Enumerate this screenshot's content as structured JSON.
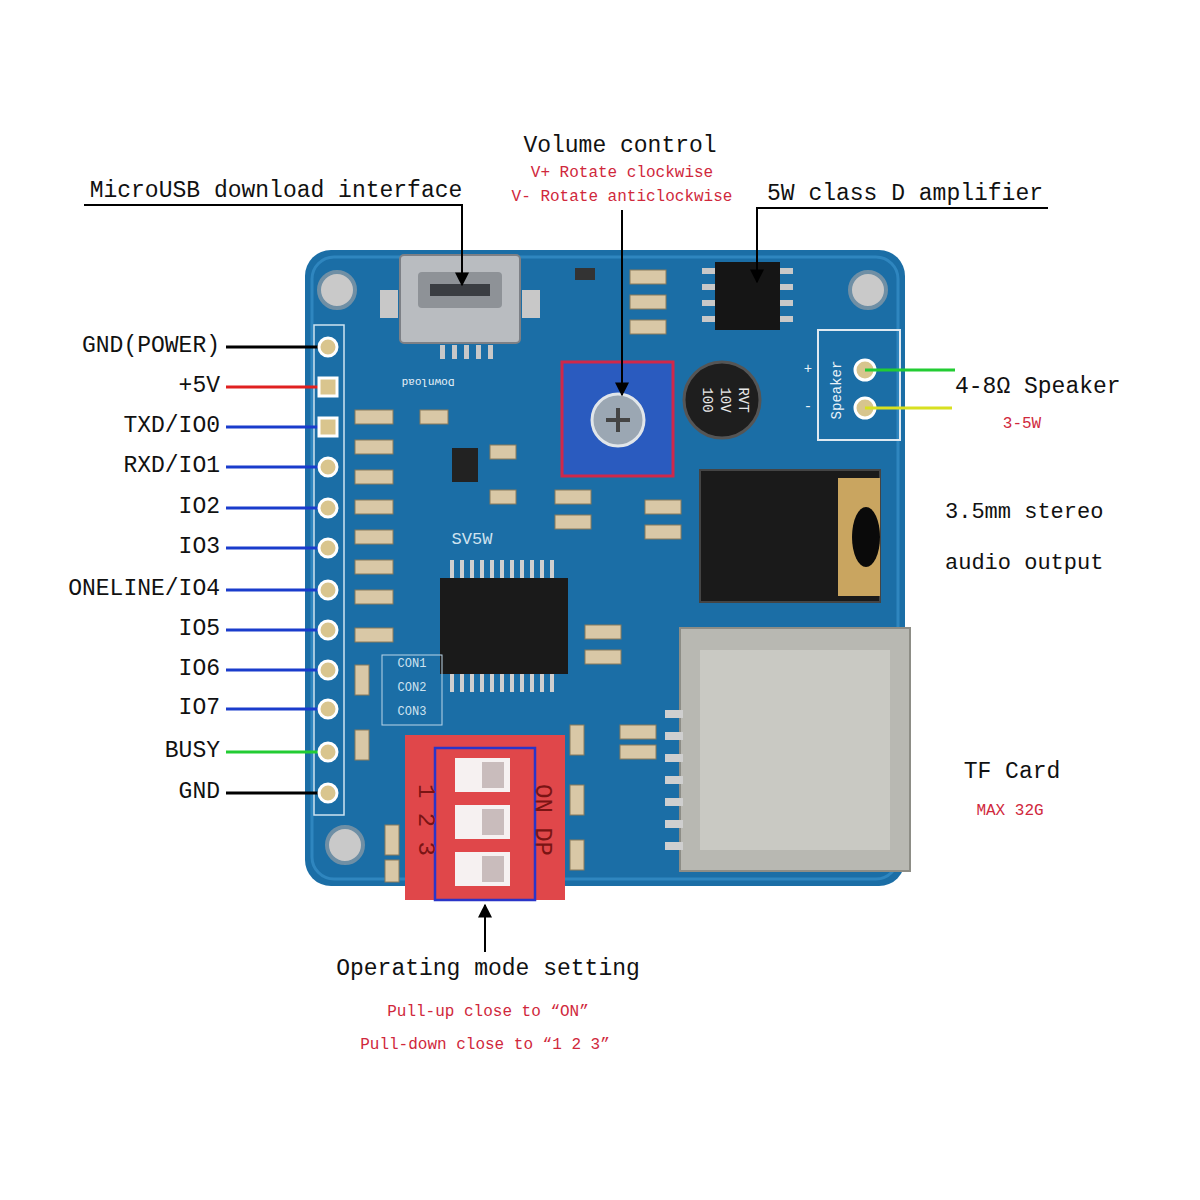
{
  "diagram": {
    "labels": [
      "Volume control",
      "V+ Rotate clockwise",
      "V- Rotate anticlockwise",
      "MicroUSB download interface",
      "5W class D amplifier",
      "GND(POWER)",
      "+5V",
      "TXD/IO0",
      "RXD/IO1",
      "IO2",
      "IO3",
      "ONELINE/IO4",
      "IO5",
      "IO6",
      "IO7",
      "BUSY",
      "GND",
      "4-8Ω Speaker",
      "3-5W",
      "3.5mm stereo audio output",
      "TF Card",
      "MAX 32G",
      "Operating mode setting",
      "Pull-up close to “ON”",
      "Pull-down close to “1 2 3”",
      "Download",
      "SV5W",
      "CON1",
      "CON2",
      "CON3",
      "ON DP",
      "1 2 3",
      "100",
      "10V",
      "RVT",
      "Speaker",
      "+",
      "-"
    ]
  }
}
